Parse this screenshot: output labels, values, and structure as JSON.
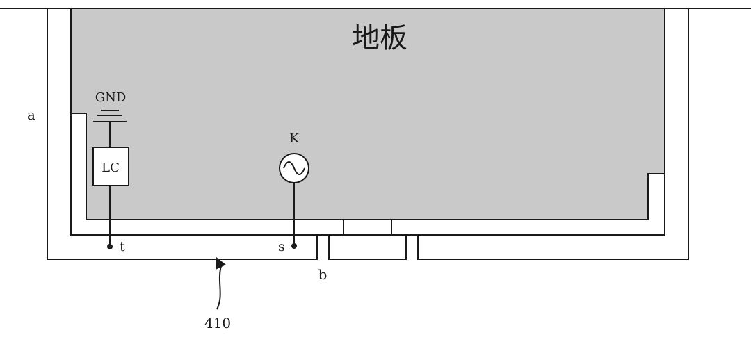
{
  "ground_plane": {
    "label": "地板",
    "fill": "#c9c9c9"
  },
  "ground_symbol": {
    "label": "GND"
  },
  "matching_circuit": {
    "label": "LC"
  },
  "source": {
    "label": "K"
  },
  "labels": {
    "point_a": "a",
    "point_b": "b",
    "point_t": "t",
    "point_s": "s",
    "reference_numeral": "410"
  },
  "colors": {
    "stroke": "#1a1a1a",
    "background": "#ffffff"
  }
}
